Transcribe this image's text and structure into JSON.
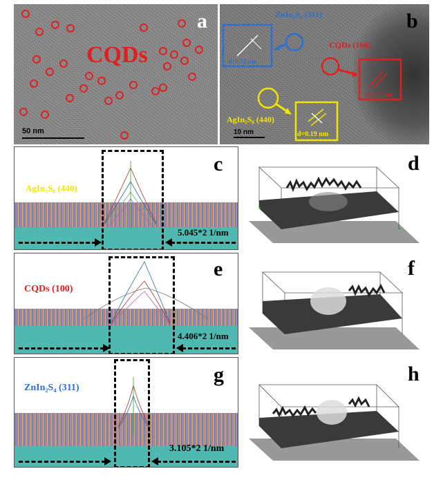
{
  "panels": {
    "a": {
      "letter": "a",
      "label": "CQDs",
      "scale": "50 nm"
    },
    "b": {
      "letter": "b",
      "scale": "10 nm",
      "znin": "ZnIn₂S₄ (311)",
      "znin_d": "d=0.32 nm",
      "cqd": "CQDs (100)",
      "cqd_d": "d=0.21 nm",
      "agin": "AgIn₅S₈ (440)",
      "agin_d": "d=0.19 nm"
    },
    "c": {
      "letter": "c",
      "label": "AgIn₅S₈ (440)",
      "value": "5.045*2 1/nm"
    },
    "d": {
      "letter": "d"
    },
    "e": {
      "letter": "e",
      "label": "CQDs (100)",
      "value": "4.406*2 1/nm"
    },
    "f": {
      "letter": "f"
    },
    "g": {
      "letter": "g",
      "label": "ZnIn₂S₄ (311)",
      "value": "3.105*2 1/nm"
    },
    "h": {
      "letter": "h"
    }
  },
  "colors": {
    "red": "#e02020",
    "blue": "#2f6fd0",
    "yellow": "#f2e600",
    "teal": "#4fb9b1"
  }
}
